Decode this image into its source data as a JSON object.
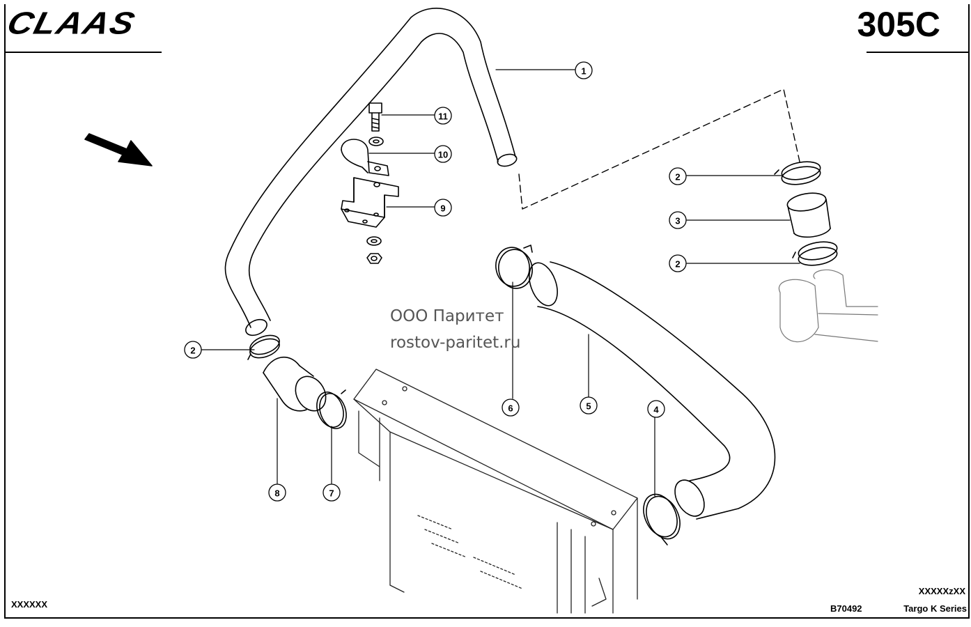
{
  "header": {
    "brand": "CLAAS",
    "page_code": "305C"
  },
  "watermark": {
    "line1": "ООО Паритет",
    "line2": "rostov-paritet.ru"
  },
  "callouts": [
    {
      "id": "c1",
      "label": "1"
    },
    {
      "id": "c2a",
      "label": "2"
    },
    {
      "id": "c2b",
      "label": "2"
    },
    {
      "id": "c2c",
      "label": "2"
    },
    {
      "id": "c3",
      "label": "3"
    },
    {
      "id": "c4",
      "label": "4"
    },
    {
      "id": "c5",
      "label": "5"
    },
    {
      "id": "c6",
      "label": "6"
    },
    {
      "id": "c7",
      "label": "7"
    },
    {
      "id": "c8",
      "label": "8"
    },
    {
      "id": "c9",
      "label": "9"
    },
    {
      "id": "c10",
      "label": "10"
    },
    {
      "id": "c11",
      "label": "11"
    }
  ],
  "footer": {
    "left_code": "XXXXXX",
    "right_code": "XXXXXzXX",
    "drawing_number": "B70492",
    "series": "Targo K Series"
  }
}
